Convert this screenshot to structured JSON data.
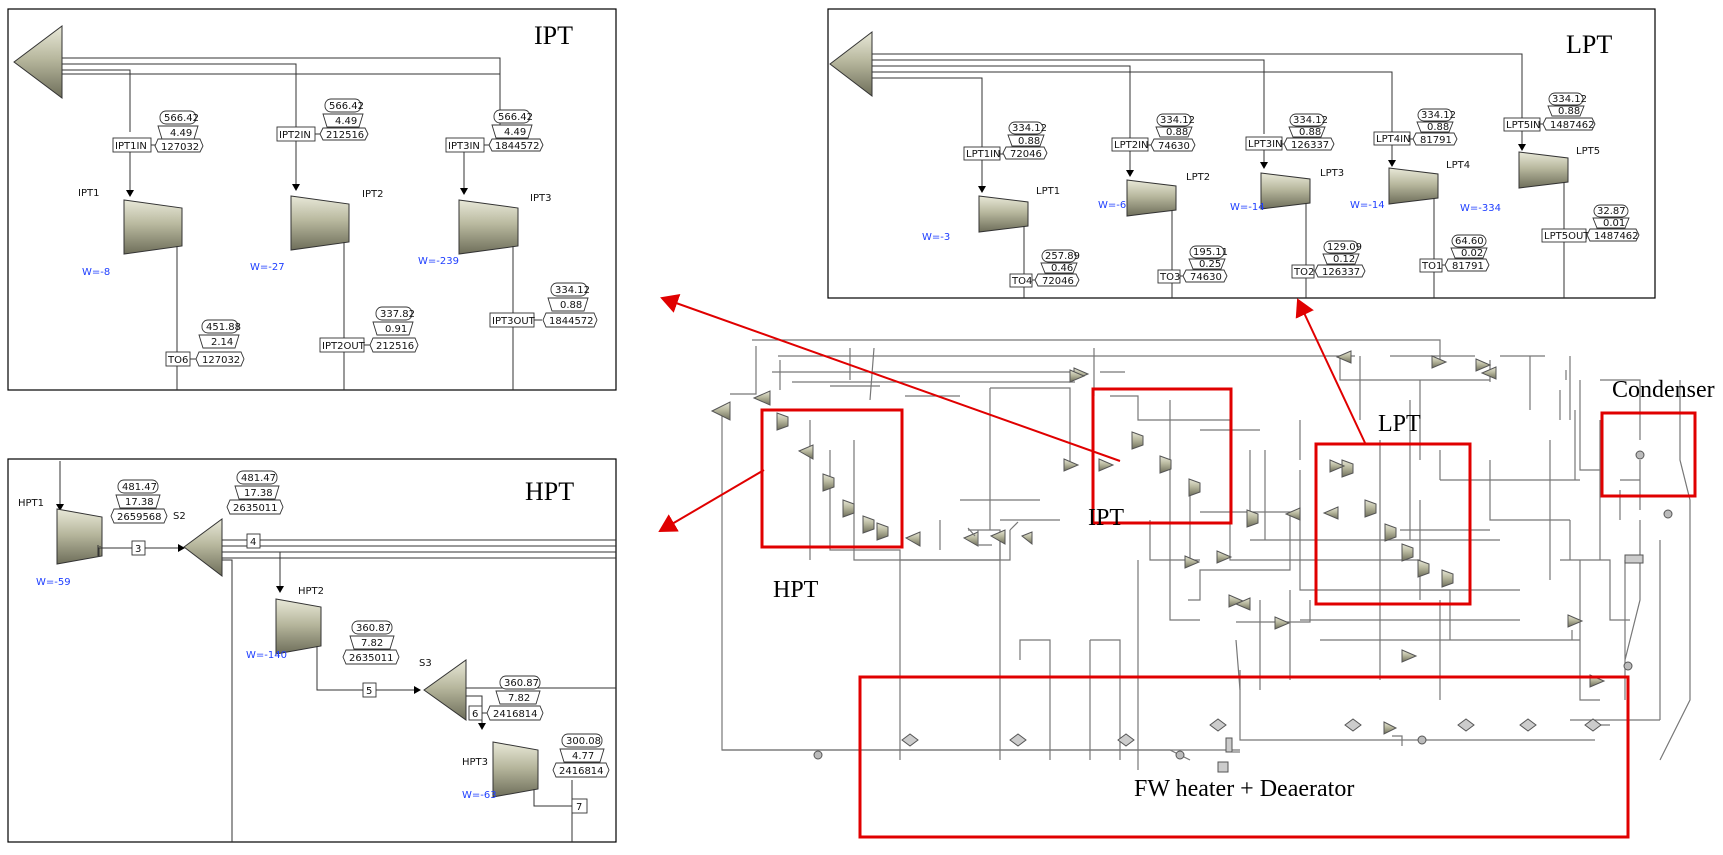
{
  "panels": {
    "ipt": {
      "title": "IPT",
      "units": [
        {
          "name": "IPT1",
          "work": "W=-8",
          "inlet": "IPT1IN",
          "in_t": "566.42",
          "in_p": "4.49",
          "in_f": "127032",
          "outlet": "TO6",
          "out_t": "451.88",
          "out_p": "2.14",
          "out_f": "127032"
        },
        {
          "name": "IPT2",
          "work": "W=-27",
          "inlet": "IPT2IN",
          "in_t": "566.42",
          "in_p": "4.49",
          "in_f": "212516",
          "outlet": "IPT2OUT",
          "out_t": "337.82",
          "out_p": "0.91",
          "out_f": "212516"
        },
        {
          "name": "IPT3",
          "work": "W=-239",
          "inlet": "IPT3IN",
          "in_t": "566.42",
          "in_p": "4.49",
          "in_f": "1844572",
          "outlet": "IPT3OUT",
          "out_t": "334.12",
          "out_p": "0.88",
          "out_f": "1844572"
        }
      ]
    },
    "lpt": {
      "title": "LPT",
      "units": [
        {
          "name": "LPT1",
          "work": "W=-3",
          "inlet": "LPT1IN",
          "in_t": "334.12",
          "in_p": "0.88",
          "in_f": "72046",
          "outlet": "TO4",
          "out_t": "257.89",
          "out_p": "0.46",
          "out_f": "72046"
        },
        {
          "name": "LPT2",
          "work": "W=-6",
          "inlet": "LPT2IN",
          "in_t": "334.12",
          "in_p": "0.88",
          "in_f": "74630",
          "outlet": "TO3",
          "out_t": "195.11",
          "out_p": "0.25",
          "out_f": "74630"
        },
        {
          "name": "LPT3",
          "work": "W=-14",
          "inlet": "LPT3IN",
          "in_t": "334.12",
          "in_p": "0.88",
          "in_f": "126337",
          "outlet": "TO2",
          "out_t": "129.09",
          "out_p": "0.12",
          "out_f": "126337"
        },
        {
          "name": "LPT4",
          "work": "W=-14",
          "inlet": "LPT4IN",
          "in_t": "334.12",
          "in_p": "0.88",
          "in_f": "81791",
          "outlet": "TO1",
          "out_t": "64.60",
          "out_p": "0.02",
          "out_f": "81791"
        },
        {
          "name": "LPT5",
          "work": "W=-334",
          "inlet": "LPT5IN",
          "in_t": "334.12",
          "in_p": "0.88",
          "in_f": "1487462",
          "outlet": "LPT5OUT",
          "out_t": "32.87",
          "out_p": "0.01",
          "out_f": "1487462"
        }
      ]
    },
    "hpt": {
      "title": "HPT",
      "hpt1": {
        "name": "HPT1",
        "work": "W=-59"
      },
      "hpt2": {
        "name": "HPT2",
        "work": "W=-140"
      },
      "hpt3": {
        "name": "HPT3",
        "work": "W=-63"
      },
      "s2": "S2",
      "s3": "S3",
      "streams": [
        {
          "num": "3",
          "t": "481.47",
          "p": "17.38",
          "f": "2659568"
        },
        {
          "num": "4",
          "t": "481.47",
          "p": "17.38",
          "f": "2635011"
        },
        {
          "num": "5",
          "t": "360.87",
          "p": "7.82",
          "f": "2635011"
        },
        {
          "num": "6",
          "t": "360.87",
          "p": "7.82",
          "f": "2416814"
        },
        {
          "num": "7",
          "t": "300.08",
          "p": "4.77",
          "f": "2416814"
        }
      ]
    }
  },
  "overview": {
    "labels": {
      "condenser": "Condenser",
      "lpt": "LPT",
      "ipt": "IPT",
      "hpt": "HPT",
      "fw": "FW heater + Deaerator"
    }
  },
  "colors": {
    "highlight": "#e00000",
    "work_text": "#1f3fff",
    "turbine_fill": "#b5b59a"
  }
}
